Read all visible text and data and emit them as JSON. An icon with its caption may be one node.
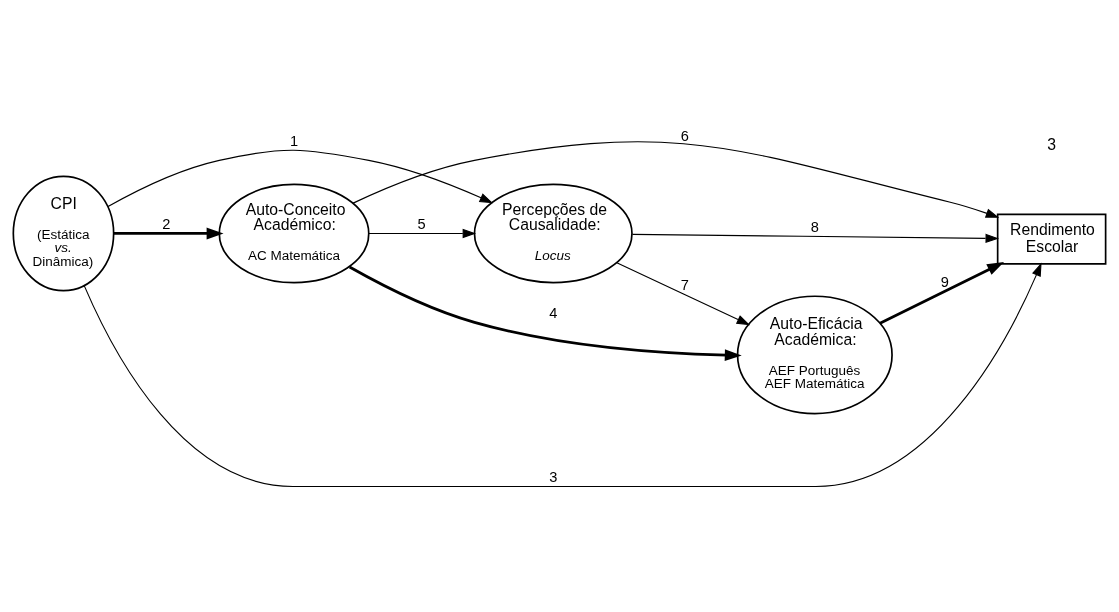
{
  "diagram": {
    "nodes": [
      {
        "text": [
          "Auto-Conceito Académico:",
          "AC Matemática"
        ]
      },
      {
        "text": [
          "Auto-Eficácia Académica:",
          "AEF Português AEF Matemática"
        ]
      },
      {
        "text": [
          "CPI",
          "(Estática *vs.* Dinâmica)"
        ]
      },
      {
        "text": [
          "Percepções de Causalidade:",
          "Locus"
        ]
      },
      {
        "text": [
          "Rendimento Escolar"
        ]
      }
    ],
    "edges": [
      {
        "from": 2,
        "to": 0,
        "arrow": "to",
        "label": "2",
        "style": "thick"
      },
      {
        "from": 2,
        "to": 4,
        "arrow": "to",
        "label": "3"
      },
      {
        "from": 2,
        "to": 3,
        "arrow": "to",
        "label": "1"
      },
      {
        "from": 0,
        "to": 1,
        "arrow": "to",
        "label": "4",
        "style": "thick"
      },
      {
        "from": 0,
        "to": 3,
        "arrow": "to",
        "label": "5"
      },
      {
        "from": 0,
        "to": 4,
        "arrow": "to",
        "label": "6"
      },
      {
        "from": 3,
        "to": 1,
        "arrow": "to",
        "label": "7"
      },
      {
        "from": 3,
        "to": 4,
        "arrow": "to",
        "label": "8"
      },
      {
        "from": 1,
        "to": 4,
        "arrow": "to",
        "label": "9",
        "style": "thick"
      }
    ],
    "labels": [
      "3"
    ]
  }
}
